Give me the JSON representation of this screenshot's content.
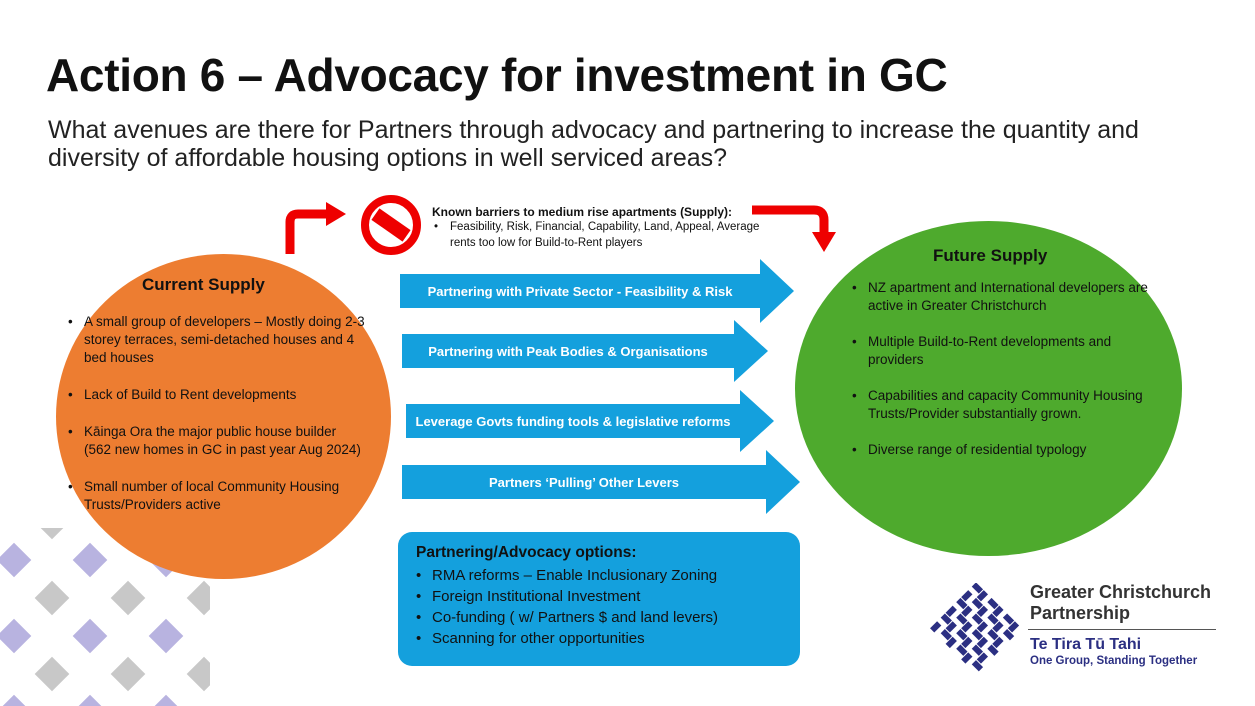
{
  "slide": {
    "title": "Action 6 – Advocacy for investment in GC",
    "subtitle": "What avenues are there for Partners through advocacy and partnering to increase the quantity and diversity of affordable housing options in well serviced areas?"
  },
  "colors": {
    "current": "#ed7d31",
    "future": "#4eaa2d",
    "arrows": "#14a0dd",
    "curved_arrows": "#ee0000",
    "logo_blue": "#2b2f82",
    "decor_purple": "#b8b3e0",
    "decor_gray": "#c8c8c8"
  },
  "current_supply": {
    "heading": "Current Supply",
    "items": [
      "A small group of developers – Mostly doing 2-3 storey terraces, semi-detached  houses and 4 bed houses",
      "Lack of Build to Rent developments",
      "Kāinga Ora the major public house builder (562 new homes in GC in past year Aug 2024)",
      "Small number of local Community Housing Trusts/Providers active"
    ]
  },
  "future_supply": {
    "heading": "Future Supply",
    "items": [
      "NZ apartment and International developers are active in Greater Christchurch",
      "Multiple Build-to-Rent developments and providers",
      "Capabilities and capacity Community Housing Trusts/Provider substantially grown.",
      "Diverse range of residential typology"
    ]
  },
  "barriers": {
    "icon": "no-entry-icon",
    "heading": "Known barriers to medium rise apartments (Supply):",
    "items": [
      "Feasibility, Risk, Financial, Capability, Land, Appeal, Average rents too low for Build-to-Rent players"
    ]
  },
  "arrows": [
    "Partnering with Private Sector  - Feasibility & Risk",
    "Partnering with Peak Bodies & Organisations",
    "Leverage Govts funding tools &  legislative reforms",
    "Partners  ‘Pulling’ Other Levers"
  ],
  "options": {
    "heading": "Partnering/Advocacy options:",
    "items": [
      "RMA reforms – Enable Inclusionary Zoning",
      "Foreign Institutional Investment",
      "Co-funding ( w/ Partners $ and land levers)",
      "Scanning for other opportunities"
    ]
  },
  "logo": {
    "name_line1": "Greater Christchurch",
    "name_line2": "Partnership",
    "maori_name": "Te Tira Tū Tahi",
    "tagline": "One Group, Standing Together"
  }
}
